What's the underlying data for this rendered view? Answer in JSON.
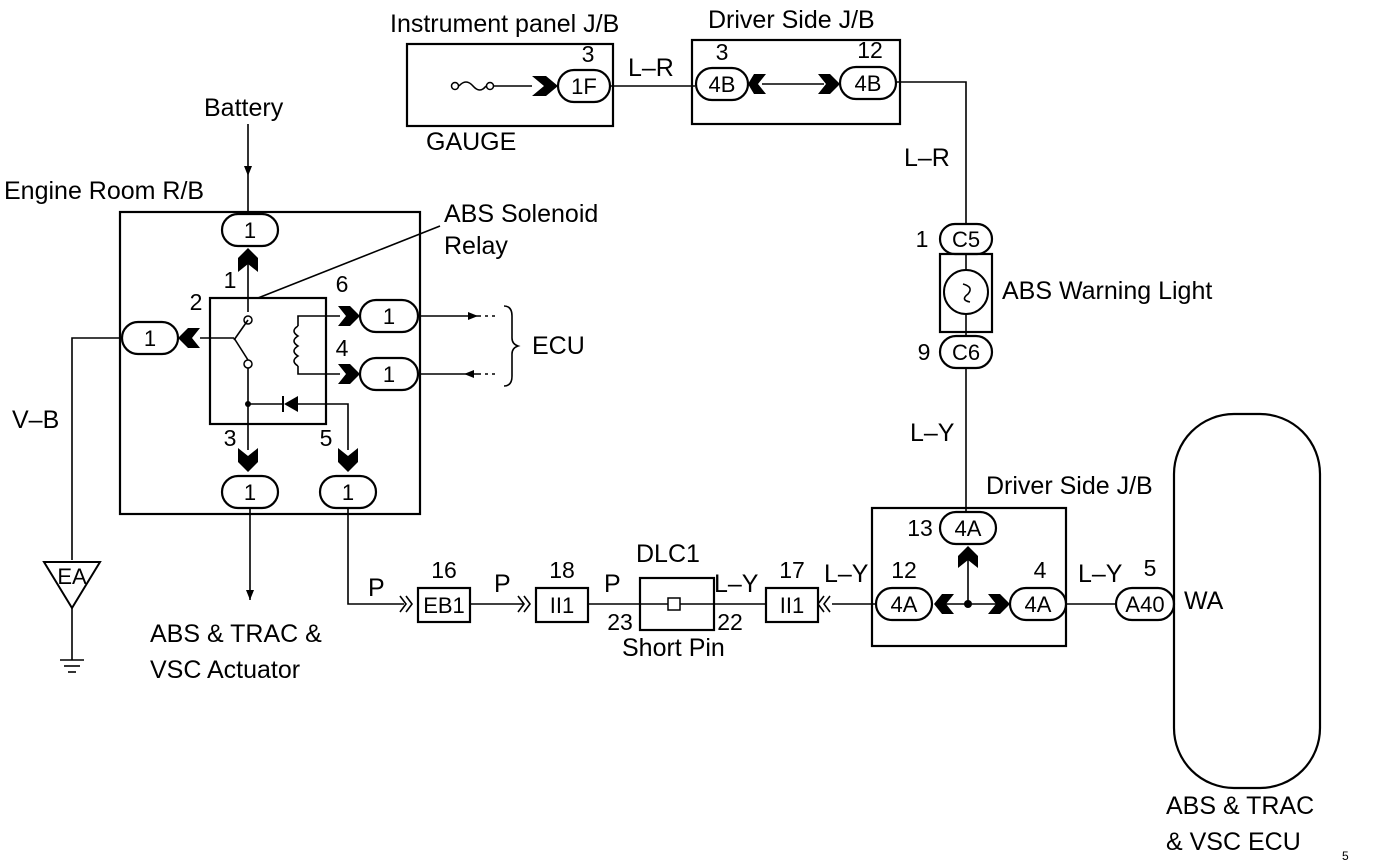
{
  "labels": {
    "instrument_panel_jb": "Instrument panel J/B",
    "driver_side_jb_top": "Driver Side J/B",
    "driver_side_jb_bottom": "Driver Side J/B",
    "gauge": "GAUGE",
    "battery": "Battery",
    "engine_room_rb": "Engine Room R/B",
    "abs_solenoid_relay_line1": "ABS Solenoid",
    "abs_solenoid_relay_line2": "Relay",
    "ecu": "ECU",
    "abs_warning_light": "ABS Warning Light",
    "dlc1": "DLC1",
    "short_pin": "Short Pin",
    "actuator_line1": "ABS & TRAC &",
    "actuator_line2": "VSC Actuator",
    "ecu_bottom_line1": "ABS  &  TRAC",
    "ecu_bottom_line2": "& VSC  ECU",
    "wa": "WA",
    "footnote": "5"
  },
  "wire_colors": {
    "lr_top": "L–R",
    "lr_right": "L–R",
    "ly_right": "L–Y",
    "ly_bottom_a": "L–Y",
    "ly_bottom_b": "L–Y",
    "ly_ecu": "L–Y",
    "vb": "V–B",
    "p_a": "P",
    "p_b": "P",
    "p_c": "P"
  },
  "connectors": {
    "c_1f": "1F",
    "c_4b_left": "4B",
    "c_4b_right": "4B",
    "c_c5": "C5",
    "c_c6": "C6",
    "c_4a_top": "4A",
    "c_4a_left": "4A",
    "c_4a_right": "4A",
    "c_a40": "A40",
    "c_eb1": "EB1",
    "c_ii1_left": "II1",
    "c_ii1_right": "II1",
    "c_ea": "EA",
    "rb_top": "1",
    "rb_left": "1",
    "rb_ecu_upper": "1",
    "rb_ecu_lower": "1",
    "rb_bottom_left": "1",
    "rb_bottom_right": "1"
  },
  "pins": {
    "p_1f": "3",
    "p_4b_left": "3",
    "p_4b_right": "12",
    "p_c5": "1",
    "p_c6": "9",
    "p_4a_top": "13",
    "p_4a_left": "12",
    "p_4a_right": "4",
    "p_a40": "5",
    "p_eb1": "16",
    "p_ii1_left": "18",
    "p_ii1_right": "17",
    "p_dlc_23": "23",
    "p_dlc_22": "22",
    "relay_1": "1",
    "relay_2": "2",
    "relay_6": "6",
    "relay_4": "4",
    "relay_3": "3",
    "relay_5": "5"
  }
}
